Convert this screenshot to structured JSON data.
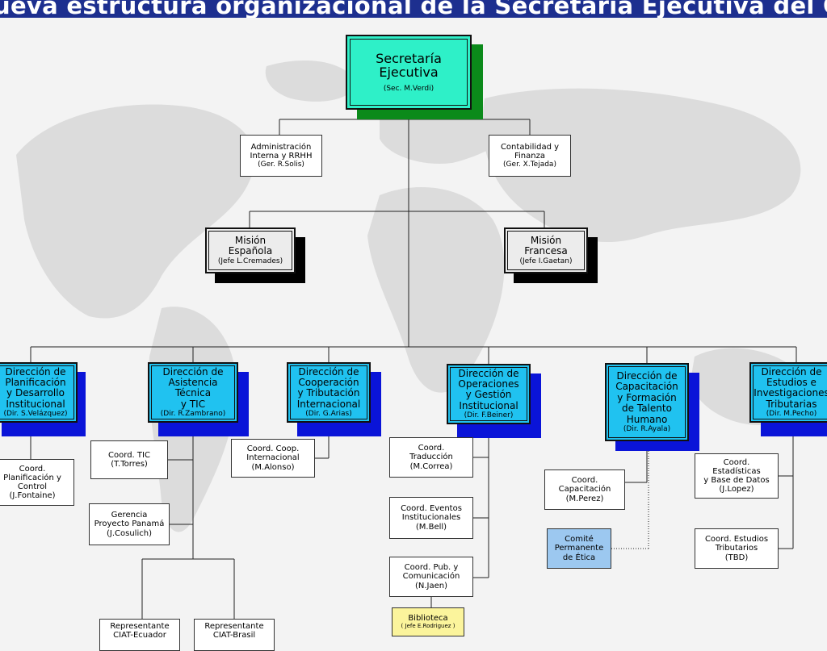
{
  "banner": {
    "title": "ueva estructura organizacional de la Secretaría Ejecutiva del CIAT"
  },
  "colors": {
    "banner": "#1d2f8f",
    "top_box": "#2ef0c8",
    "top_shadow": "#0b8a1a",
    "direction_box": "#20c2f0",
    "direction_shadow": "#0a14d8",
    "mission_box": "#ececec",
    "mission_shadow": "#000000",
    "ethics_box": "#9cc8f0",
    "library_box": "#fbf49c"
  },
  "nodes": {
    "secretaria": {
      "line1": "Secretaría",
      "line2": "Ejecutiva",
      "sub": "(Sec. M.Verdi)"
    },
    "administracion": {
      "line1": "Administración",
      "line2": "Interna y RRHH",
      "sub": "(Ger. R.Solis)"
    },
    "contabilidad": {
      "line1": "Contabilidad y",
      "line2": "Finanza",
      "sub": "(Ger. X.Tejada)"
    },
    "mision_espanola": {
      "line1": "Misión",
      "line2": "Española",
      "sub": "(Jefe L.Cremades)"
    },
    "mision_francesa": {
      "line1": "Misión",
      "line2": "Francesa",
      "sub": "(Jefe I.Gaetan)"
    },
    "dir_planificacion": {
      "lines": [
        "Dirección de",
        "Planificación",
        "y Desarrollo",
        "Institucional"
      ],
      "sub": "(Dir. S.Velázquez)"
    },
    "dir_asistencia": {
      "lines": [
        "Dirección de",
        "Asistencia",
        "Técnica",
        "y TIC"
      ],
      "sub": "(Dir. R.Zambrano)"
    },
    "dir_cooperacion": {
      "lines": [
        "Dirección de",
        "Cooperación",
        "y Tributación",
        "Internacional"
      ],
      "sub": "(Dir. G.Arias)"
    },
    "dir_operaciones": {
      "lines": [
        "Dirección de",
        "Operaciones",
        "y Gestión",
        "Institucional"
      ],
      "sub": "(Dir. F.Beiner)"
    },
    "dir_capacitacion": {
      "lines": [
        "Dirección de",
        "Capacitación",
        "y Formación",
        "de Talento",
        "Humano"
      ],
      "sub": "(Dir. R.Ayala)"
    },
    "dir_estudios": {
      "lines": [
        "Dirección de",
        "Estudios e",
        "Investigaciones",
        "Tributarias"
      ],
      "sub": "(Dir. M.Pecho)"
    },
    "coord_planificacion": {
      "lines": [
        "Coord.",
        "Planificación y",
        "Control",
        "(J.Fontaine)"
      ]
    },
    "coord_tic": {
      "lines": [
        "Coord. TIC",
        "(T.Torres)"
      ]
    },
    "gerencia_panama": {
      "lines": [
        "Gerencia",
        "Proyecto Panamá",
        "(J.Cosulich)"
      ]
    },
    "rep_ecuador": {
      "lines": [
        "Representante",
        "CIAT-Ecuador"
      ]
    },
    "rep_brasil": {
      "lines": [
        "Representante",
        "CIAT-Brasil"
      ]
    },
    "coord_cooperacion": {
      "lines": [
        "Coord. Coop.",
        "Internacional",
        "(M.Alonso)"
      ]
    },
    "coord_traduccion": {
      "lines": [
        "Coord.",
        "Traducción",
        "(M.Correa)"
      ]
    },
    "coord_eventos": {
      "lines": [
        "Coord. Eventos",
        "Institucionales",
        "(M.Bell)"
      ]
    },
    "coord_publicaciones": {
      "lines": [
        "Coord. Pub. y",
        "Comunicación",
        "(N.Jaen)"
      ]
    },
    "biblioteca": {
      "line1": "Biblioteca",
      "sub": "( Jefe E.Rodriguez   )"
    },
    "coord_capacitacion": {
      "lines": [
        "Coord.",
        "Capacitación",
        "(M.Perez)"
      ]
    },
    "comite_etica": {
      "lines": [
        "Comité",
        "Permanente",
        "de Ética"
      ]
    },
    "coord_estadisticas": {
      "lines": [
        "Coord.",
        "Estadísticas",
        "y Base de Datos",
        "(J.Lopez)"
      ]
    },
    "coord_estudios": {
      "lines": [
        "Coord. Estudios",
        "Tributarios",
        "(TBD)"
      ]
    }
  }
}
